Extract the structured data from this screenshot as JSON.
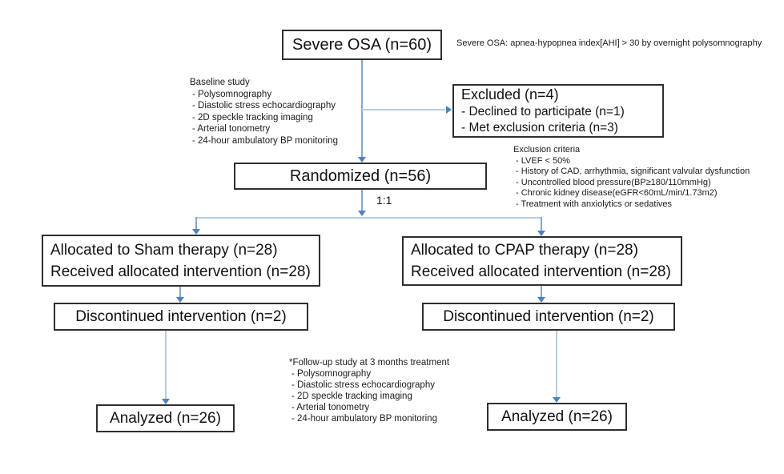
{
  "colors": {
    "connector": "#84a8cf",
    "connector_light": "#b6cde3",
    "arrowhead": "#4f82bd",
    "box_border": "#2f2f2f",
    "text": "#111111"
  },
  "flow": {
    "severe_osa": "Severe OSA (n=60)",
    "osa_definition": "Severe OSA: apnea-hypopnea index[AHI] > 30 by overnight polysomnography",
    "excluded": {
      "title": "Excluded (n=4)",
      "items": [
        "- Declined to participate (n=1)",
        "- Met exclusion criteria (n=3)"
      ]
    },
    "randomized": "Randomized (n=56)",
    "ratio": "1:1",
    "sham": {
      "line1": "Allocated to Sham therapy (n=28)",
      "line2": "Received allocated intervention (n=28)"
    },
    "cpap": {
      "line1": "Allocated to CPAP therapy (n=28)",
      "line2": "Received allocated intervention (n=28)"
    },
    "discontinued_sham": "Discontinued intervention (n=2)",
    "discontinued_cpap": "Discontinued intervention (n=2)",
    "analyzed_sham": "Analyzed (n=26)",
    "analyzed_cpap": "Analyzed (n=26)"
  },
  "notes": {
    "baseline": {
      "title": "Baseline study",
      "items": [
        "- Polysomnography",
        "- Diastolic stress echocardiography",
        "- 2D speckle tracking imaging",
        "- Arterial tonometry",
        "- 24-hour ambulatory BP monitoring"
      ]
    },
    "exclusion": {
      "title": "Exclusion criteria",
      "items": [
        "- LVEF < 50%",
        "- History of CAD, arrhythmia, significant valvular dysfunction",
        "- Uncontrolled blood pressure(BP≥180/110mmHg)",
        "- Chronic kidney disease(eGFR<60mL/min/1.73m2)",
        "- Treatment with anxiolytics or sedatives"
      ]
    },
    "followup": {
      "title": "*Follow-up study at 3 months treatment",
      "items": [
        "- Polysomnography",
        "- Diastolic stress echocardiography",
        "- 2D speckle tracking imaging",
        "- Arterial tonometry",
        "- 24-hour ambulatory BP monitoring"
      ]
    }
  }
}
